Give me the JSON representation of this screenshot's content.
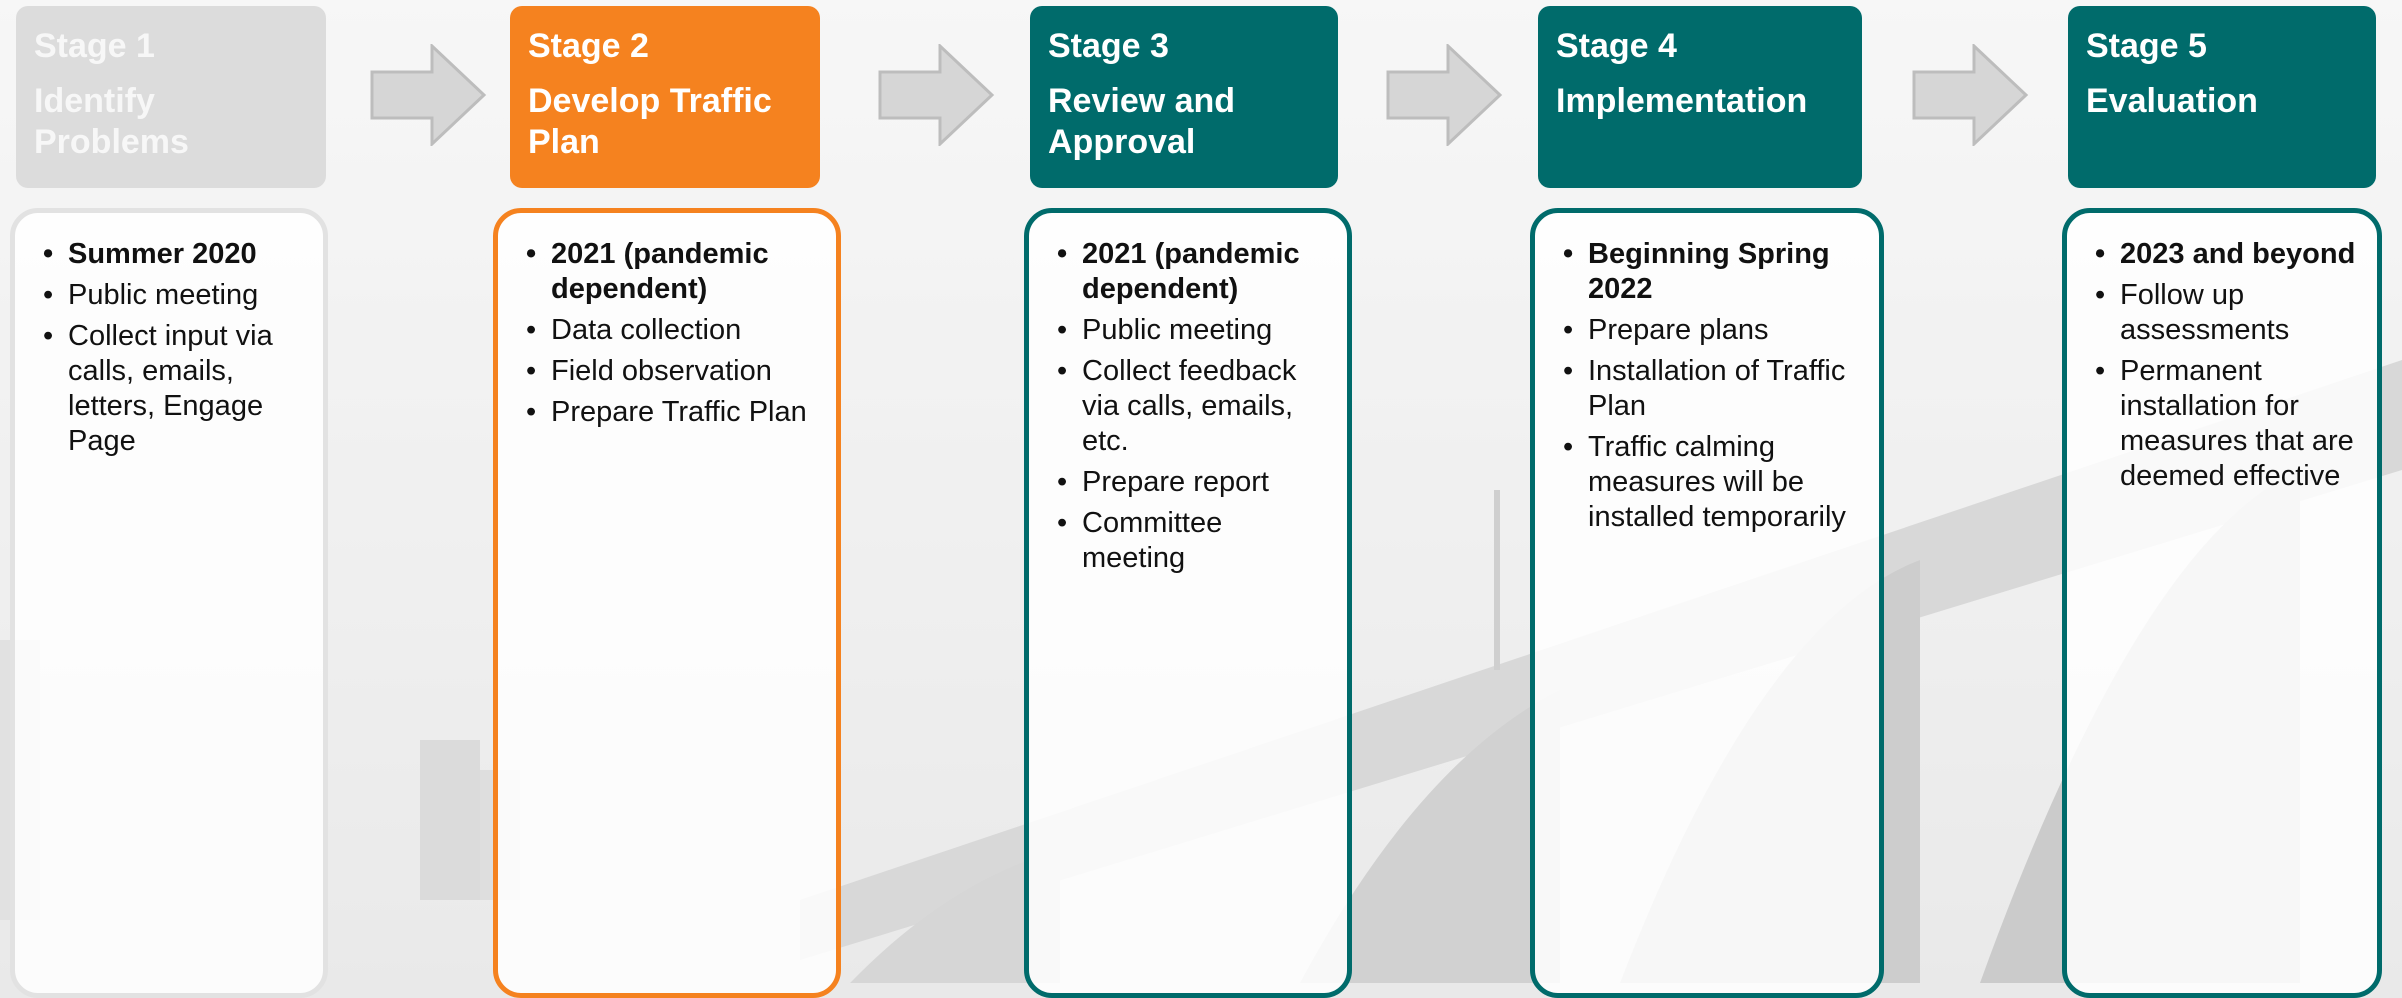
{
  "colors": {
    "inactive": "#dcdcdc",
    "orange": "#f5821f",
    "teal": "#006b6b",
    "arrow_fill": "#d6d6d6",
    "arrow_stroke": "#bdbdbd"
  },
  "stages": [
    {
      "number": "Stage 1",
      "name": "Identify Problems",
      "items": [
        "Summer 2020",
        "Public meeting",
        "Collect input via calls, emails, letters, Engage Page"
      ]
    },
    {
      "number": "Stage 2",
      "name": "Develop Traffic Plan",
      "items": [
        "2021 (pandemic dependent)",
        "Data collection",
        "Field observation",
        "Prepare Traffic Plan"
      ]
    },
    {
      "number": "Stage 3",
      "name": "Review and Approval",
      "items": [
        "2021 (pandemic dependent)",
        "Public meeting",
        "Collect feedback via calls, emails, etc.",
        "Prepare report",
        "Committee meeting"
      ]
    },
    {
      "number": "Stage 4",
      "name": "Implementation",
      "items": [
        "Beginning Spring 2022",
        "Prepare plans",
        "Installation of Traffic Plan",
        "Traffic calming measures will be installed temporarily"
      ]
    },
    {
      "number": "Stage 5",
      "name": "Evaluation",
      "items": [
        "2023 and beyond",
        "Follow up assessments",
        "Permanent installation for measures that are deemed effective"
      ]
    }
  ]
}
